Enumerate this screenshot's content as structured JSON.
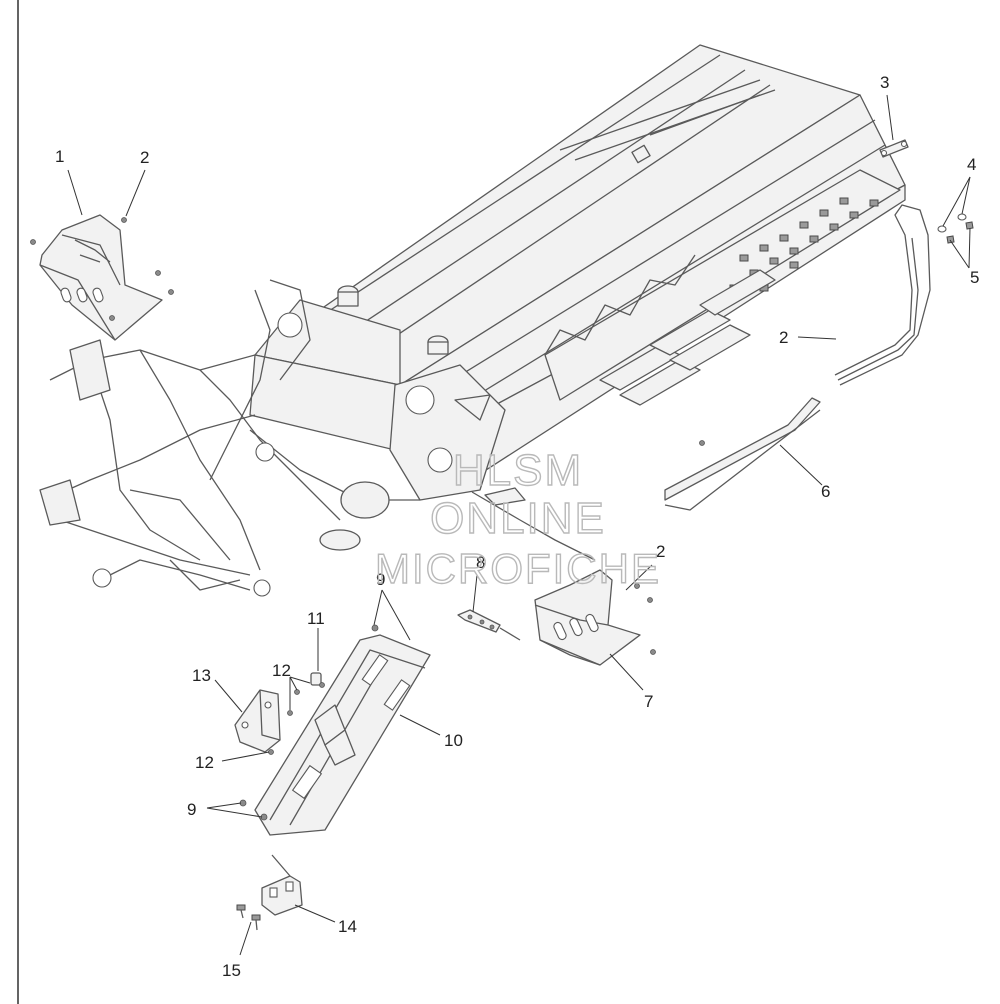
{
  "callouts": [
    {
      "id": "c1",
      "label": "1"
    },
    {
      "id": "c2a",
      "label": "2"
    },
    {
      "id": "c2b",
      "label": "2"
    },
    {
      "id": "c2c",
      "label": "2"
    },
    {
      "id": "c3",
      "label": "3"
    },
    {
      "id": "c4",
      "label": "4"
    },
    {
      "id": "c5",
      "label": "5"
    },
    {
      "id": "c6",
      "label": "6"
    },
    {
      "id": "c7",
      "label": "7"
    },
    {
      "id": "c8",
      "label": "8"
    },
    {
      "id": "c9a",
      "label": "9"
    },
    {
      "id": "c9b",
      "label": "9"
    },
    {
      "id": "c10",
      "label": "10"
    },
    {
      "id": "c11",
      "label": "11"
    },
    {
      "id": "c12a",
      "label": "12"
    },
    {
      "id": "c12b",
      "label": "12"
    },
    {
      "id": "c13",
      "label": "13"
    },
    {
      "id": "c14",
      "label": "14"
    },
    {
      "id": "c15",
      "label": "15"
    }
  ],
  "watermark": {
    "line1": "HLSM",
    "line2": "ONLINE",
    "line3": "MICROFICHE"
  },
  "colors": {
    "line": "#5a5a5a",
    "watermark": "#b9b9b9",
    "background": "#ffffff"
  }
}
